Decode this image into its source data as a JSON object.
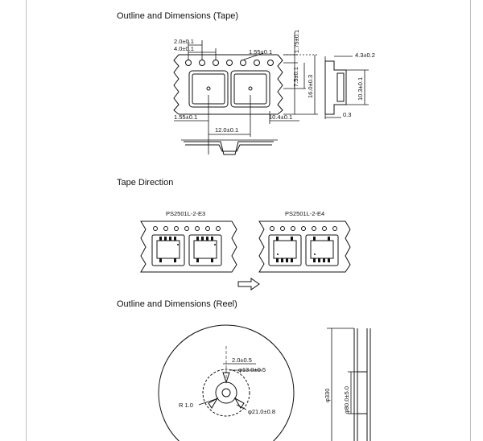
{
  "sections": {
    "tape_outline": {
      "title": "Outline and Dimensions (Tape)"
    },
    "tape_direction": {
      "title": "Tape Direction"
    },
    "reel_outline": {
      "title": "Outline and Dimensions (Reel)"
    }
  },
  "tape_dims": {
    "pitch_hole": "2.0±0.1",
    "pitch_sprocket": "4.0±0.1",
    "hole_diameter": "1.55±0.1",
    "edge_to_hole": "1.75±0.1",
    "hole_to_center": "7.5±0.1",
    "tape_width": "16.0±0.3",
    "pocket_depth": "4.3±0.2",
    "pocket_width": "10.3±0.1",
    "thickness": "0.3",
    "pocket_hole_dia": "1.55±0.1",
    "pocket_length": "10.4±0.1",
    "pocket_pitch": "12.0±0.1"
  },
  "tape_direction": {
    "left_label": "PS2501L-2-E3",
    "right_label": "PS2501L-2-E4",
    "arrow_icon": "right-arrow-icon"
  },
  "reel_dims": {
    "hub_slot": "2.0±0.5",
    "hub_inner": "φ13.0±0.5",
    "radius": "R 1.0",
    "hub_outer": "φ21.0±0.8",
    "reel_dia": "φ330",
    "hub_dia": "φ80.0±5.0"
  }
}
